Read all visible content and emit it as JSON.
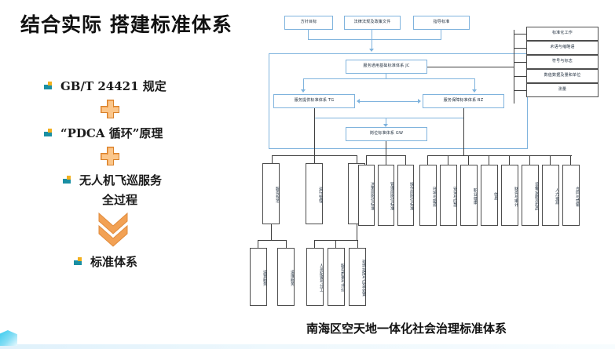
{
  "slide": {
    "title": "结合实际 搭建标准体系",
    "caption": "南海区空天地一体化社会治理标准体系"
  },
  "left_column": {
    "bullets": [
      {
        "icon": "check-bullet-icon",
        "text": "GB/T 24421 规定"
      },
      {
        "icon": "check-bullet-icon",
        "text": "“PDCA 循环”原理"
      },
      {
        "icon": "check-bullet-icon",
        "text": "无人机飞巡服务"
      },
      {
        "icon": "check-bullet-icon",
        "text": "标准体系"
      }
    ],
    "plain_text": "全过程",
    "connectors": [
      {
        "type": "plus-icon",
        "color": "#f2a154"
      },
      {
        "type": "plus-icon",
        "color": "#f2a154"
      },
      {
        "type": "double-chevron-down-icon",
        "color": "#f2a154"
      }
    ]
  },
  "diagram": {
    "inputs": [
      "方针目标",
      "法律法规及政策文件",
      "指导标准"
    ],
    "core": {
      "top": "服务通用基础标准体系 JC",
      "left": "服务提供标准体系 TG",
      "right": "服务保障标准体系 BZ",
      "bottom": "岗位标准体系 GW"
    },
    "side_stack": [
      "标准化工作",
      "术语与缩略语",
      "符号与标志",
      "数值数据及量和单位",
      "测量"
    ],
    "group_tg": [
      "服务规范",
      "运行管理",
      "服务产品与交付"
    ],
    "group_gw": [
      "决策层岗位标准",
      "管理层岗位标准",
      "操作层岗位标准"
    ],
    "group_bz": [
      "环境与能源",
      "安全与应急",
      "职业健康",
      "信息",
      "财务与审计",
      "设备设施及用品",
      "人力资源",
      "合同与营销"
    ],
    "sub_tg_left": [
      "运营服务",
      "运维服务"
    ],
    "sub_tg_right": [
      "人员配置与分工",
      "服务质量与评价",
      "现场指挥与应急处置"
    ]
  },
  "colors": {
    "blue_border": "#7fb3dd",
    "gray_border": "#4d4d4d",
    "accent_orange": "#f2a154",
    "bullet_teal": "#1a8fa3",
    "text": "#1a1a1a"
  }
}
